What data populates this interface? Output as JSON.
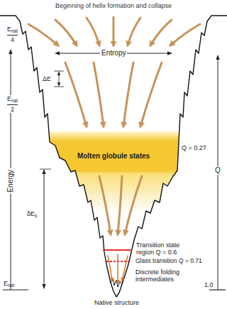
{
  "diagram": {
    "nodes": [
      {
        "text": [
          "Molten globule states"
        ]
      }
    ],
    "labels": [
      "Beginning of helix formation and collapse",
      "E",
      "nat",
      "4",
      "Entropy",
      "ΔE",
      "E",
      "nat",
      "2",
      "Energy",
      "Q = 0.27",
      "Q",
      "δE",
      "s",
      "Transition state region Q = 0.6",
      "Glass transition Q = 0.71",
      "Discrete folding intermediates",
      "Native structure",
      "E",
      "nat",
      "1.0"
    ]
  }
}
